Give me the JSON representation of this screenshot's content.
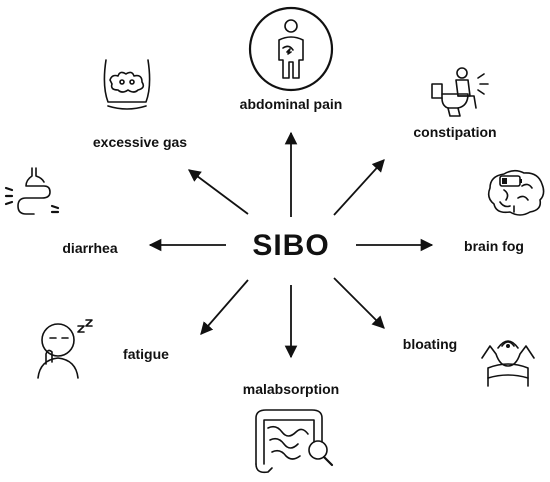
{
  "center": "SIBO",
  "symptoms": [
    {
      "key": "abdominal_pain",
      "label": "abdominal pain",
      "icon": "abdominal-pain-icon"
    },
    {
      "key": "constipation",
      "label": "constipation",
      "icon": "toilet-icon"
    },
    {
      "key": "brain_fog",
      "label": "brain fog",
      "icon": "brain-low-battery-icon"
    },
    {
      "key": "bloating",
      "label": "bloating",
      "icon": "bloated-belly-icon"
    },
    {
      "key": "malabsorption",
      "label": "malabsorption",
      "icon": "intestines-magnifier-icon"
    },
    {
      "key": "fatigue",
      "label": "fatigue",
      "icon": "tired-person-icon"
    },
    {
      "key": "diarrhea",
      "label": "diarrhea",
      "icon": "irritated-gut-icon"
    },
    {
      "key": "excessive_gas",
      "label": "excessive gas",
      "icon": "gas-belly-icon"
    }
  ]
}
